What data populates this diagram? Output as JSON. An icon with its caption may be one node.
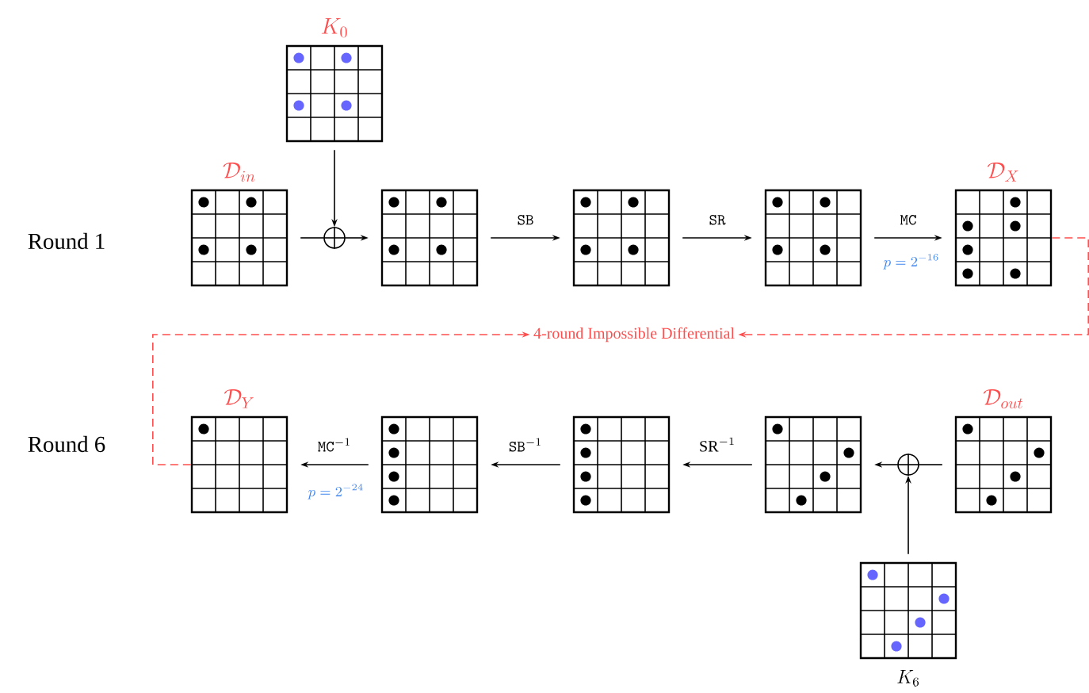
{
  "diagram": {
    "nodes": [
      {
        "text": [
          "K_0"
        ]
      },
      {
        "text": [
          "\\mathcal{D}_{in}"
        ]
      },
      {
        "text": [],
        "shape": "circle"
      },
      {
        "text": [],
        "shape": "box"
      },
      {
        "text": [],
        "shape": "box"
      },
      {
        "text": [],
        "shape": "box"
      },
      {
        "text": [
          "\\mathcal{D}_{X}"
        ]
      },
      {
        "text": [
          "\\mathcal{D}_{Y}"
        ]
      },
      {
        "text": [],
        "shape": "box"
      },
      {
        "text": [],
        "shape": "box"
      },
      {
        "text": [],
        "shape": "box"
      },
      {
        "text": [],
        "shape": "circle"
      },
      {
        "text": [
          "\\mathcal{D}_{out}"
        ]
      },
      {
        "text": [
          "K_6"
        ]
      },
      {
        "text": [
          "4-round Impossible Differential"
        ]
      }
    ],
    "edges": [
      {
        "from": 0,
        "to": 2,
        "arrow": "to"
      },
      {
        "from": 1,
        "to": 2,
        "arrow": "none"
      },
      {
        "from": 2,
        "to": 3,
        "arrow": "to"
      },
      {
        "from": 3,
        "to": 4,
        "arrow": "to",
        "label": "\\mathtt{SB}"
      },
      {
        "from": 4,
        "to": 5,
        "arrow": "to",
        "label": "\\mathtt{SR}"
      },
      {
        "from": 5,
        "to": 6,
        "arrow": "to",
        "label": "\\mathtt{MC}"
      },
      {
        "from": 6,
        "to": 14,
        "arrow": "to",
        "style": "dashed",
        "color": "#ff4d4d"
      },
      {
        "from": 7,
        "to": 14,
        "arrow": "to",
        "style": "dashed",
        "color": "#ff4d4d"
      },
      {
        "from": 12,
        "to": 11,
        "arrow": "none"
      },
      {
        "from": 13,
        "to": 11,
        "arrow": "to"
      },
      {
        "from": 11,
        "to": 10,
        "arrow": "to"
      },
      {
        "from": 10,
        "to": 9,
        "arrow": "to",
        "label": "\\mathrm{SR}^{-1}"
      },
      {
        "from": 9,
        "to": 8,
        "arrow": "to",
        "label": "\\mathtt{SB}^{-1}"
      },
      {
        "from": 8,
        "to": 7,
        "arrow": "to",
        "label": "\\mathtt{MC}^{-1}"
      }
    ],
    "labels": [
      "Round 1",
      "p=2^{-16}",
      "Round 6",
      "p=2^{-24}"
    ]
  }
}
